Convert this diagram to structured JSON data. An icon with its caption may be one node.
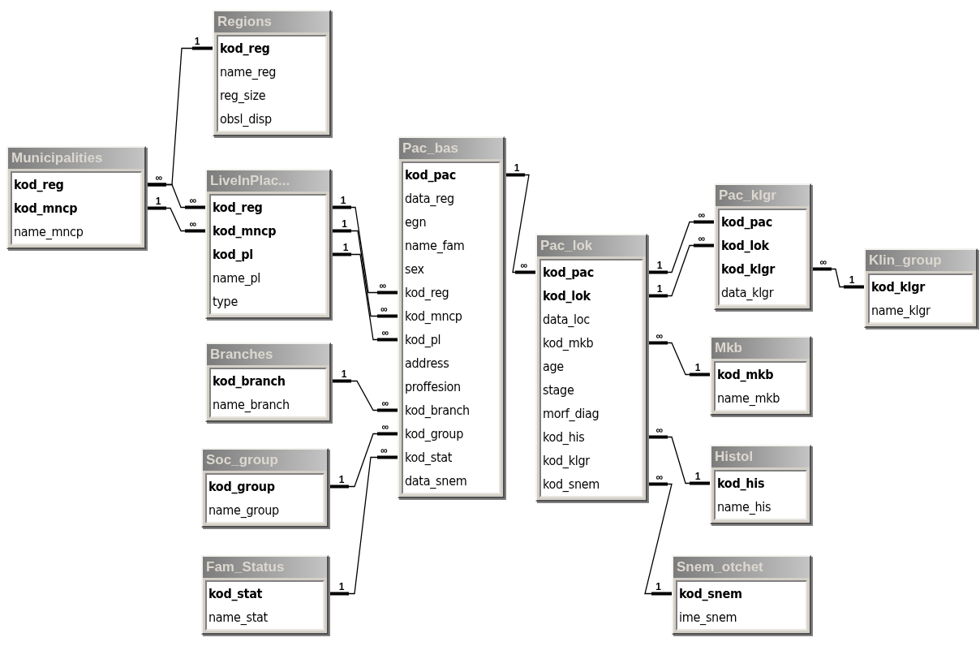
{
  "diagram": {
    "nodes": [
      {
        "text": [
          "Regions",
          "kod_reg",
          "name_reg",
          "reg_size",
          "obsl_disp"
        ]
      },
      {
        "text": [
          "Municipalities",
          "kod_reg",
          "kod_mncp",
          "name_mncp"
        ]
      },
      {
        "text": [
          "LiveInPlac...",
          "kod_reg",
          "kod_mncp",
          "kod_pl",
          "name_pl",
          "type"
        ]
      },
      {
        "text": [
          "Branches",
          "kod_branch",
          "name_branch"
        ]
      },
      {
        "text": [
          "Soc_group",
          "kod_group",
          "name_group"
        ]
      },
      {
        "text": [
          "Fam_Status",
          "kod_stat",
          "name_stat"
        ]
      },
      {
        "text": [
          "Pac_bas",
          "kod_pac",
          "data_reg",
          "egn",
          "name_fam",
          "sex",
          "kod_reg",
          "kod_mncp",
          "kod_pl",
          "address",
          "proffesion",
          "kod_branch",
          "kod_group",
          "kod_stat",
          "data_snem"
        ]
      },
      {
        "text": [
          "Pac_lok",
          "kod_pac",
          "kod_lok",
          "data_loc",
          "kod_mkb",
          "age",
          "stage",
          "morf_diag",
          "kod_his",
          "kod_klgr",
          "kod_snem"
        ]
      },
      {
        "text": [
          "Pac_klgr",
          "kod_pac",
          "kod_lok",
          "kod_klgr",
          "data_klgr"
        ]
      },
      {
        "text": [
          "Klin_group",
          "kod_klgr",
          "name_klgr"
        ]
      },
      {
        "text": [
          "Mkb",
          "kod_mkb",
          "name_mkb"
        ]
      },
      {
        "text": [
          "Histol",
          "kod_his",
          "name_his"
        ]
      },
      {
        "text": [
          "Snem_otchet",
          "kod_snem",
          "ime_snem"
        ]
      }
    ],
    "edges": [
      {
        "from": 0,
        "to": 1,
        "arrow": "other"
      },
      {
        "from": 1,
        "to": 2,
        "arrow": "other"
      },
      {
        "from": 1,
        "to": 2,
        "arrow": "other"
      },
      {
        "from": 2,
        "to": 6,
        "arrow": "other"
      },
      {
        "from": 2,
        "to": 6,
        "arrow": "other"
      },
      {
        "from": 2,
        "to": 6,
        "arrow": "other"
      },
      {
        "from": 3,
        "to": 6,
        "arrow": "other"
      },
      {
        "from": 4,
        "to": 6,
        "arrow": "other"
      },
      {
        "from": 5,
        "to": 6,
        "arrow": "other"
      },
      {
        "from": 6,
        "to": 7,
        "arrow": "other"
      },
      {
        "from": 7,
        "to": 8,
        "arrow": "other"
      },
      {
        "from": 7,
        "to": 8,
        "arrow": "other"
      },
      {
        "from": 9,
        "to": 8,
        "arrow": "other"
      },
      {
        "from": 10,
        "to": 7,
        "arrow": "other"
      },
      {
        "from": 11,
        "to": 7,
        "arrow": "other"
      },
      {
        "from": 12,
        "to": 7,
        "arrow": "other"
      }
    ],
    "labels": [
      "1",
      "∞",
      "∞",
      "1",
      "∞",
      "1",
      "∞",
      "1",
      "∞",
      "1",
      "∞",
      "1",
      "∞",
      "1",
      "∞",
      "1",
      "∞",
      "1",
      "∞",
      "1",
      "∞",
      "1",
      "∞",
      "1",
      "∞",
      "1",
      "∞",
      "1",
      "∞",
      "1",
      "∞"
    ]
  }
}
